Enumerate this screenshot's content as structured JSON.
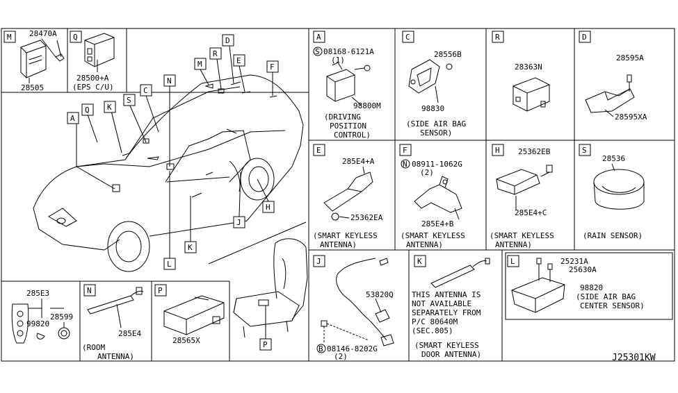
{
  "diagram_code": "J25301KW",
  "car_labels": [
    "A",
    "Q",
    "K",
    "S",
    "C",
    "N",
    "M",
    "R",
    "D",
    "E",
    "F",
    "H",
    "J",
    "K",
    "L",
    "P"
  ],
  "panels": {
    "M": {
      "letter": "M",
      "parts": [
        "28470A",
        "28505"
      ]
    },
    "Q": {
      "letter": "Q",
      "parts": [
        "28500+A"
      ],
      "caption": [
        "(EPS C/U)"
      ]
    },
    "A": {
      "letter": "A",
      "parts": [
        "08168-6121A",
        "(1)",
        "98800M"
      ],
      "bolt_symbol": "S",
      "caption": [
        "(DRIVING",
        "POSITION",
        "CONTROL)"
      ]
    },
    "C": {
      "letter": "C",
      "parts": [
        "28556B",
        "98830"
      ],
      "caption": [
        "(SIDE AIR BAG",
        "SENSOR)"
      ]
    },
    "R": {
      "letter": "R",
      "parts": [
        "28363N"
      ]
    },
    "D": {
      "letter": "D",
      "parts": [
        "28595A",
        "28595XA"
      ]
    },
    "E": {
      "letter": "E",
      "parts": [
        "285E4+A",
        "25362EA"
      ],
      "caption": [
        "(SMART KEYLESS",
        "ANTENNA)"
      ]
    },
    "F": {
      "letter": "F",
      "parts": [
        "08911-1062G",
        "(2)",
        "285E4+B"
      ],
      "bolt_symbol": "N",
      "caption": [
        "(SMART KEYLESS",
        "ANTENNA)"
      ]
    },
    "H": {
      "letter": "H",
      "parts": [
        "25362EB",
        "285E4+C"
      ],
      "caption": [
        "(SMART KEYLESS",
        "ANTENNA)"
      ]
    },
    "S": {
      "letter": "S",
      "parts": [
        "28536"
      ],
      "caption": [
        "(RAIN SENSOR)"
      ]
    },
    "J": {
      "letter": "J",
      "parts": [
        "53820Q",
        "08146-8202G",
        "(2)"
      ],
      "bolt_symbol": "B"
    },
    "K": {
      "letter": "K",
      "note": [
        "THIS ANTENNA IS",
        "NOT AVAILABLE",
        "SEPARATELY FROM",
        "P/C 80640M",
        "(SEC.805)"
      ],
      "caption": [
        "(SMART KEYLESS",
        "DOOR ANTENNA)"
      ]
    },
    "L": {
      "letter": "L",
      "parts": [
        "25231A",
        "25630A",
        "98820"
      ],
      "caption": [
        "(SIDE AIR BAG",
        "CENTER SENSOR)"
      ]
    },
    "KEY": {
      "parts": [
        "285E3",
        "99820",
        "28599"
      ]
    },
    "N": {
      "letter": "N",
      "parts": [
        "285E4"
      ],
      "caption": [
        "(ROOM",
        "ANTENNA)"
      ]
    },
    "P": {
      "letter": "P",
      "parts": [
        "28565X"
      ]
    }
  }
}
